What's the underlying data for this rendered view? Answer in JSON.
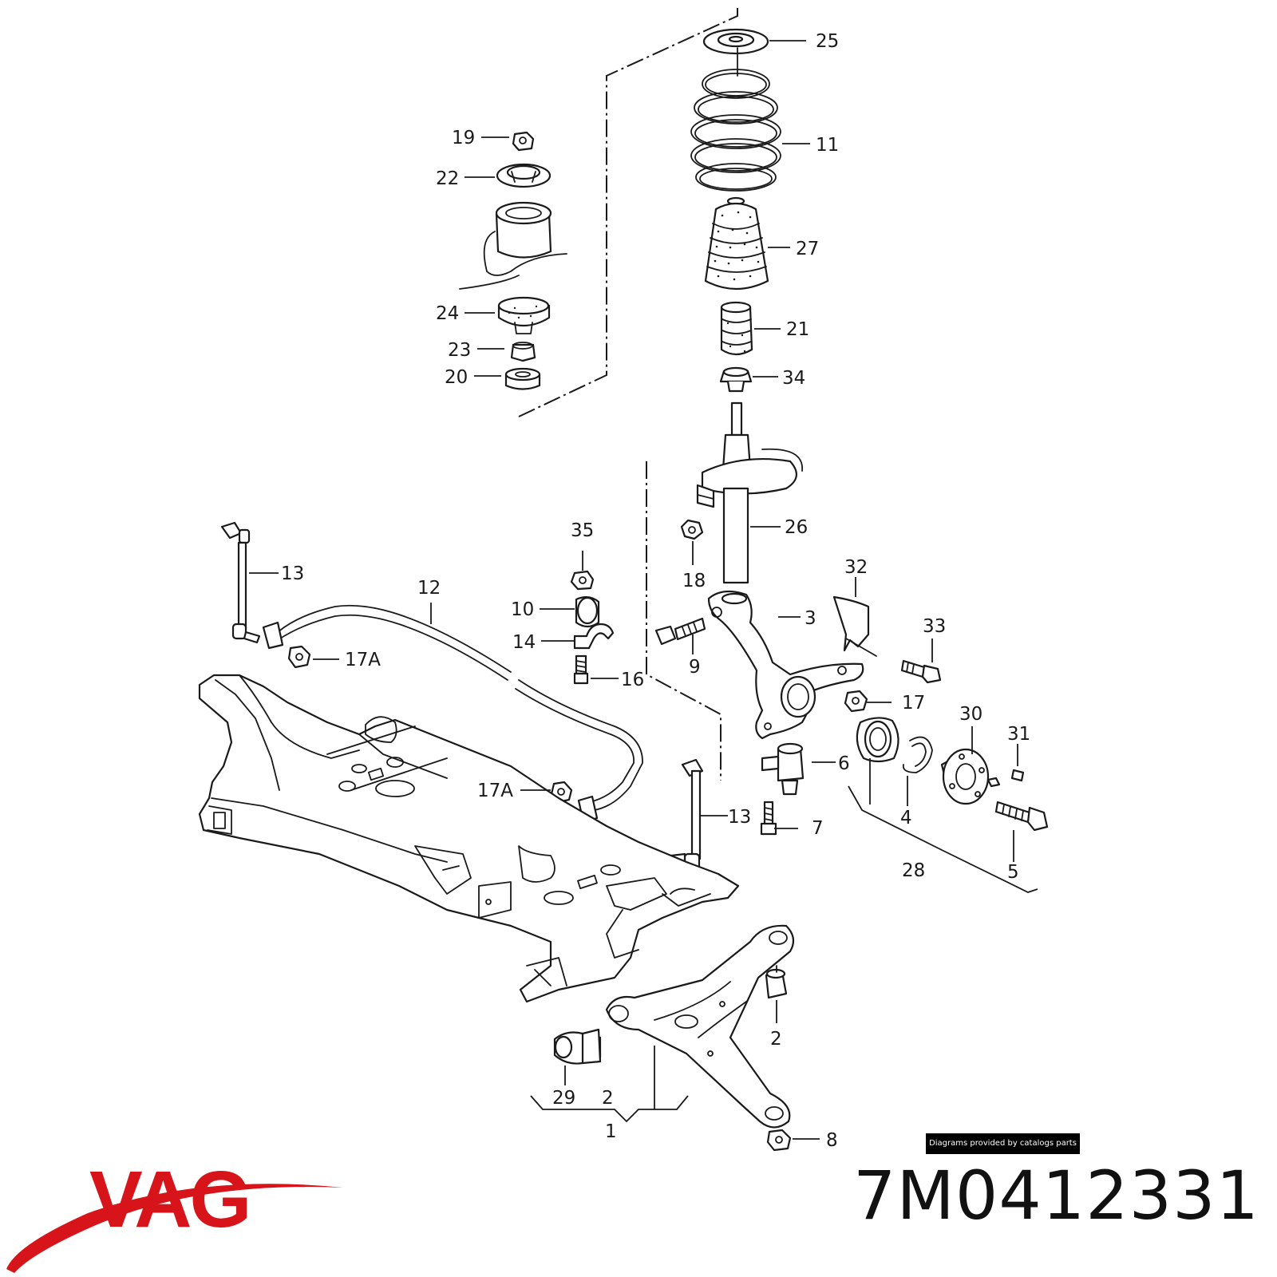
{
  "diagram": {
    "callouts": {
      "c25": "25",
      "c11": "11",
      "c27": "27",
      "c21": "21",
      "c34": "34",
      "c26": "26",
      "c19": "19",
      "c22": "22",
      "c24": "24",
      "c23": "23",
      "c20": "20",
      "c18": "18",
      "c35": "35",
      "c10": "10",
      "c14": "14",
      "c16": "16",
      "c9": "9",
      "c3": "3",
      "c32": "32",
      "c33": "33",
      "c17": "17",
      "c6": "6",
      "c30": "30",
      "c31": "31",
      "c4": "4",
      "c7": "7",
      "c5": "5",
      "c28": "28",
      "c13a": "13",
      "c12": "12",
      "c17Aa": "17A",
      "c17Ab": "17A",
      "c13b": "13",
      "c2a": "2",
      "c29": "29",
      "c2b": "2",
      "c1": "1",
      "c8": "8"
    }
  },
  "credit": "Diagrams provided by catalogs parts",
  "brand": {
    "logo_text": "VAG",
    "color": "#d7141a"
  },
  "part_number": "7M0412331"
}
